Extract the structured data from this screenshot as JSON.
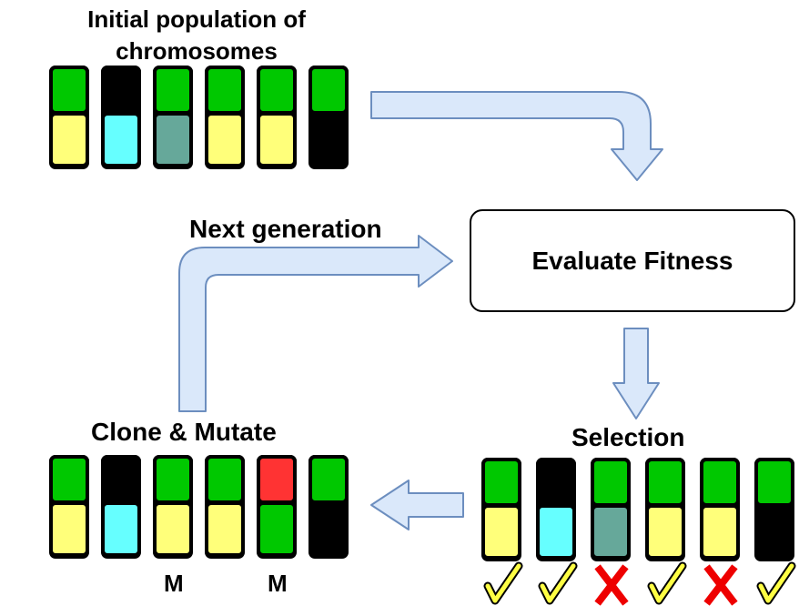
{
  "labels": {
    "initial_population": "Initial population of chromosomes",
    "evaluate_fitness": "Evaluate Fitness",
    "selection": "Selection",
    "clone_mutate": "Clone & Mutate",
    "next_generation": "Next generation"
  },
  "colors": {
    "green": "#00c800",
    "black": "#000000",
    "yellow": "#ffff7a",
    "cyan": "#66ffff",
    "teal": "#66a89a",
    "red": "#ff3333",
    "arrow_fill": "#dae8fa",
    "arrow_stroke": "#6c8ebf",
    "check": "#ffff44",
    "cross": "#ee0000"
  },
  "initial_population": [
    {
      "top": "green",
      "bottom": "yellow"
    },
    {
      "top": "black",
      "bottom": "cyan"
    },
    {
      "top": "green",
      "bottom": "teal"
    },
    {
      "top": "green",
      "bottom": "yellow"
    },
    {
      "top": "green",
      "bottom": "yellow"
    },
    {
      "top": "green",
      "bottom": "black"
    }
  ],
  "selection_population": [
    {
      "top": "green",
      "bottom": "yellow",
      "selected": true
    },
    {
      "top": "black",
      "bottom": "cyan",
      "selected": true
    },
    {
      "top": "green",
      "bottom": "teal",
      "selected": false
    },
    {
      "top": "green",
      "bottom": "yellow",
      "selected": true
    },
    {
      "top": "green",
      "bottom": "yellow",
      "selected": false
    },
    {
      "top": "green",
      "bottom": "black",
      "selected": true
    }
  ],
  "clone_population": [
    {
      "top": "green",
      "bottom": "yellow",
      "mutated": false
    },
    {
      "top": "black",
      "bottom": "cyan",
      "mutated": false
    },
    {
      "top": "green",
      "bottom": "yellow",
      "mutated": true
    },
    {
      "top": "green",
      "bottom": "yellow",
      "mutated": false
    },
    {
      "top": "red",
      "bottom": "green",
      "mutated": true
    },
    {
      "top": "green",
      "bottom": "black",
      "mutated": false
    }
  ],
  "mutation_mark": "M"
}
